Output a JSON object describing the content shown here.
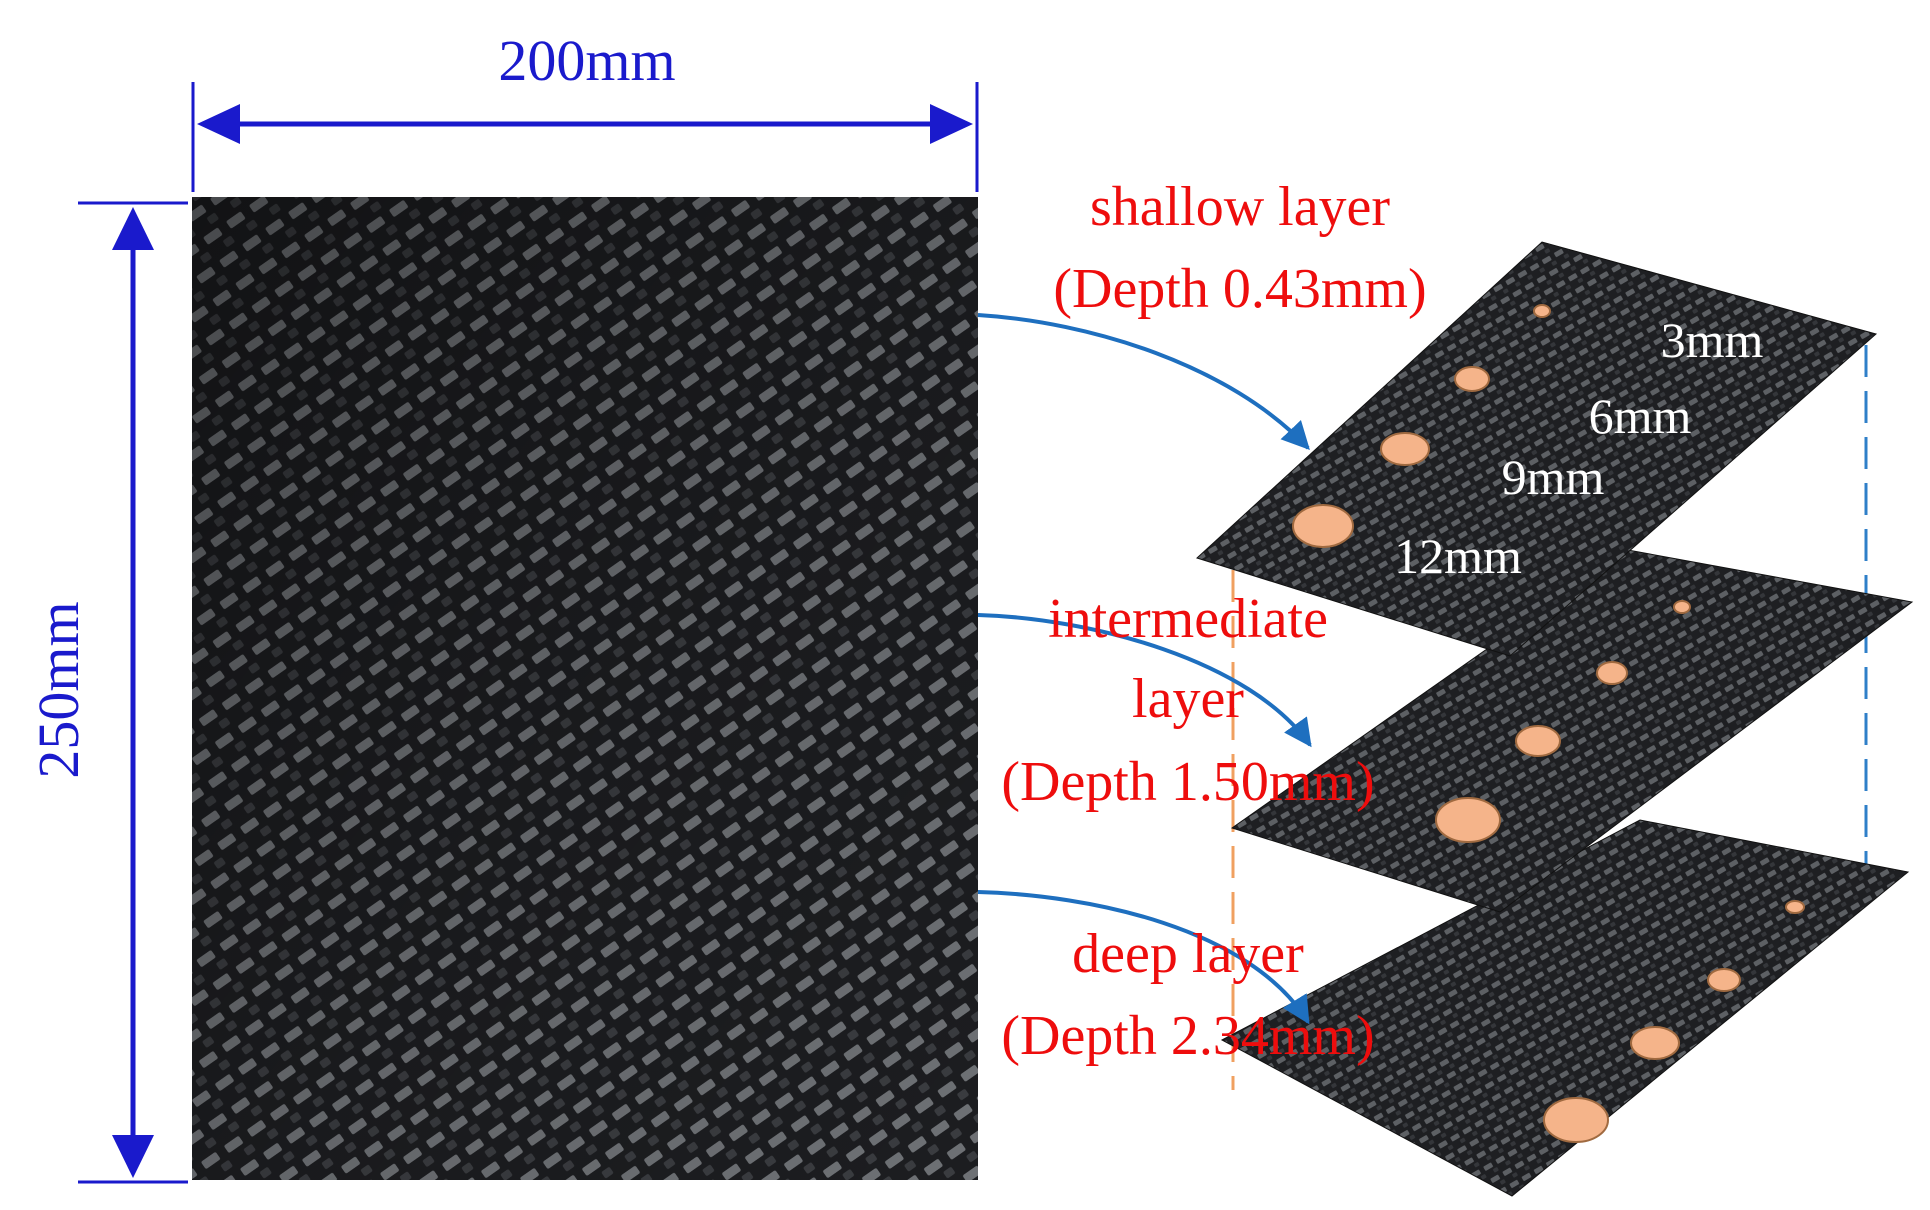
{
  "dimensions": {
    "width_label": "200mm",
    "height_label": "250mm"
  },
  "layers": [
    {
      "label": "shallow layer",
      "depth": "(Depth 0.43mm)"
    },
    {
      "label_line1": "intermediate",
      "label_line2": "layer",
      "depth": "(Depth 1.50mm)"
    },
    {
      "label": "deep layer",
      "depth": "(Depth 2.34mm)"
    }
  ],
  "defect_sizes": [
    "3mm",
    "6mm",
    "9mm",
    "12mm"
  ],
  "colors": {
    "dimension": "#1a1acc",
    "layer_text": "#ee0d0d",
    "arrow": "#1e6fbf",
    "defect": "#f5b48a",
    "orange_guide": "#f0a060",
    "blue_guide": "#2f7fc8",
    "panel": "#1b1c1e"
  }
}
